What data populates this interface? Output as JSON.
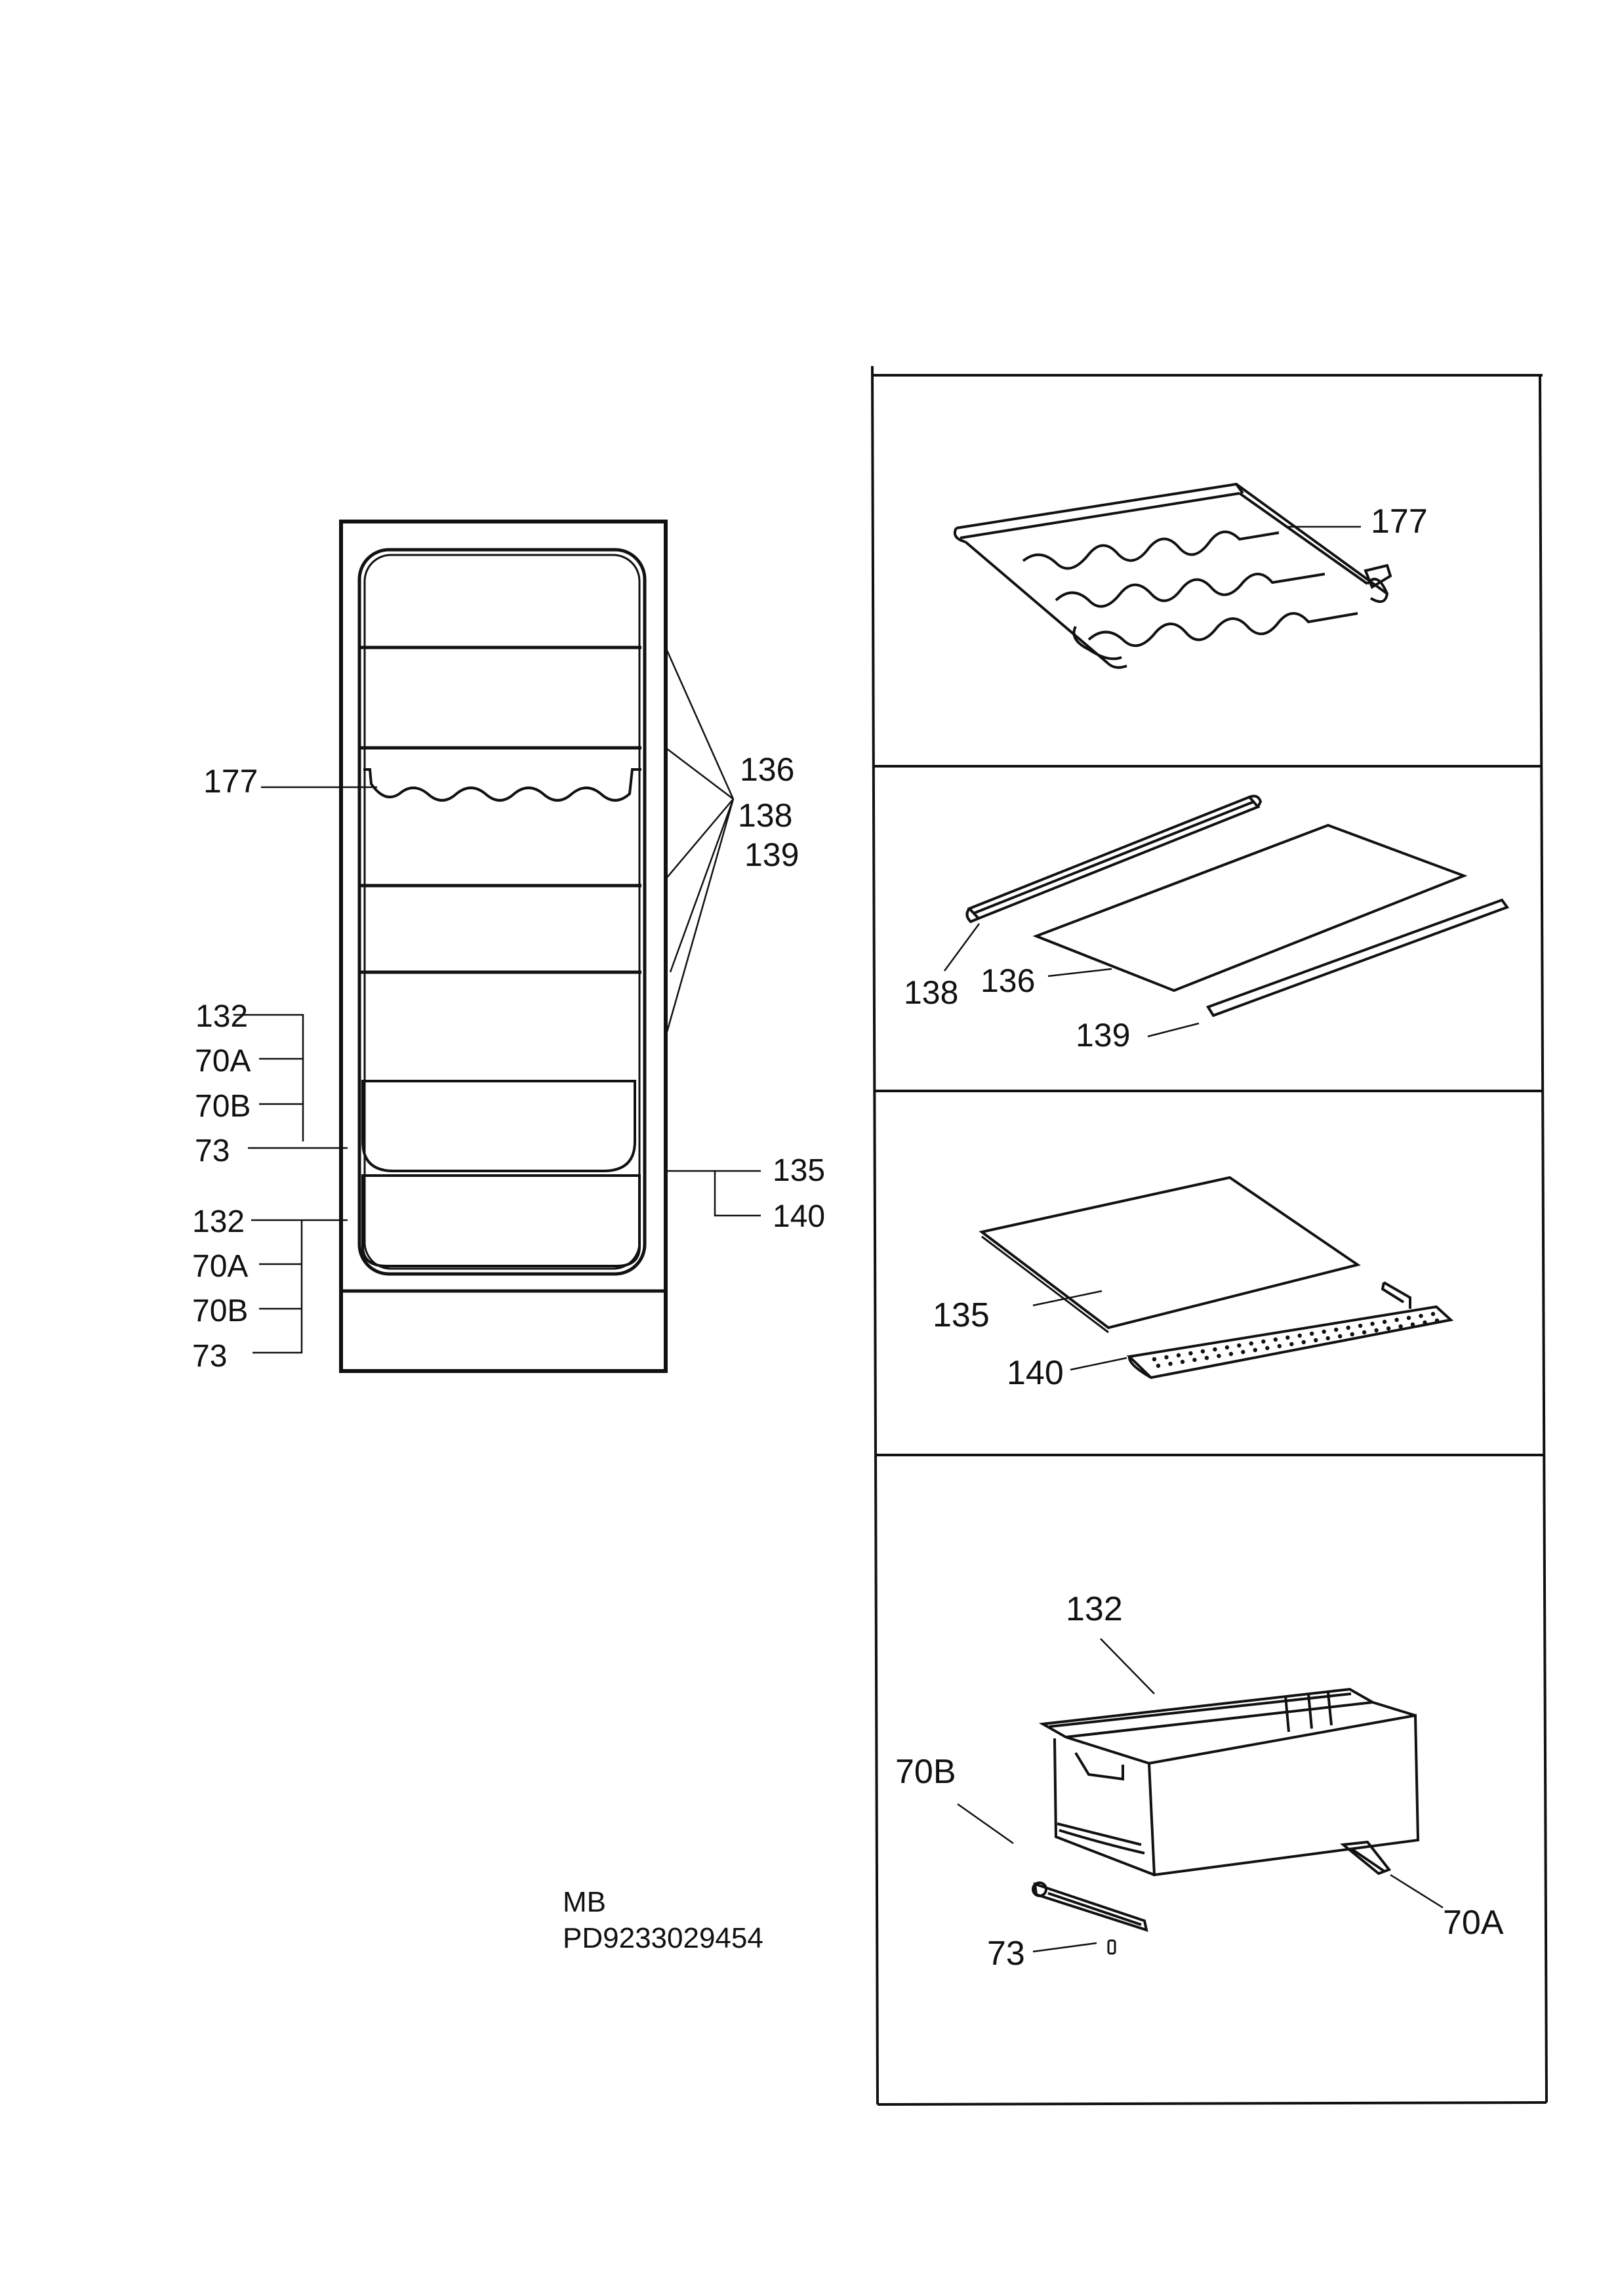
{
  "labels": {
    "overview": {
      "l177": "177",
      "l136": "136",
      "l138": "138",
      "l139": "139",
      "l132a": "132",
      "l70Aa": "70A",
      "l70Ba": "70B",
      "l73a": "73",
      "l135": "135",
      "l140": "140",
      "l132b": "132",
      "l70Ab": "70A",
      "l70Bb": "70B",
      "l73b": "73"
    },
    "panel_wine_rack": {
      "l177": "177"
    },
    "panel_glass_shelf": {
      "l138": "138",
      "l136": "136",
      "l139": "139"
    },
    "panel_bottom_shelf": {
      "l135": "135",
      "l140": "140"
    },
    "panel_drawer": {
      "l132": "132",
      "l70B": "70B",
      "l73": "73",
      "l70A": "70A"
    }
  },
  "footer": {
    "line1": "MB",
    "line2": "PD9233029454"
  },
  "colors": {
    "ink": "#111111",
    "paper": "#ffffff"
  }
}
